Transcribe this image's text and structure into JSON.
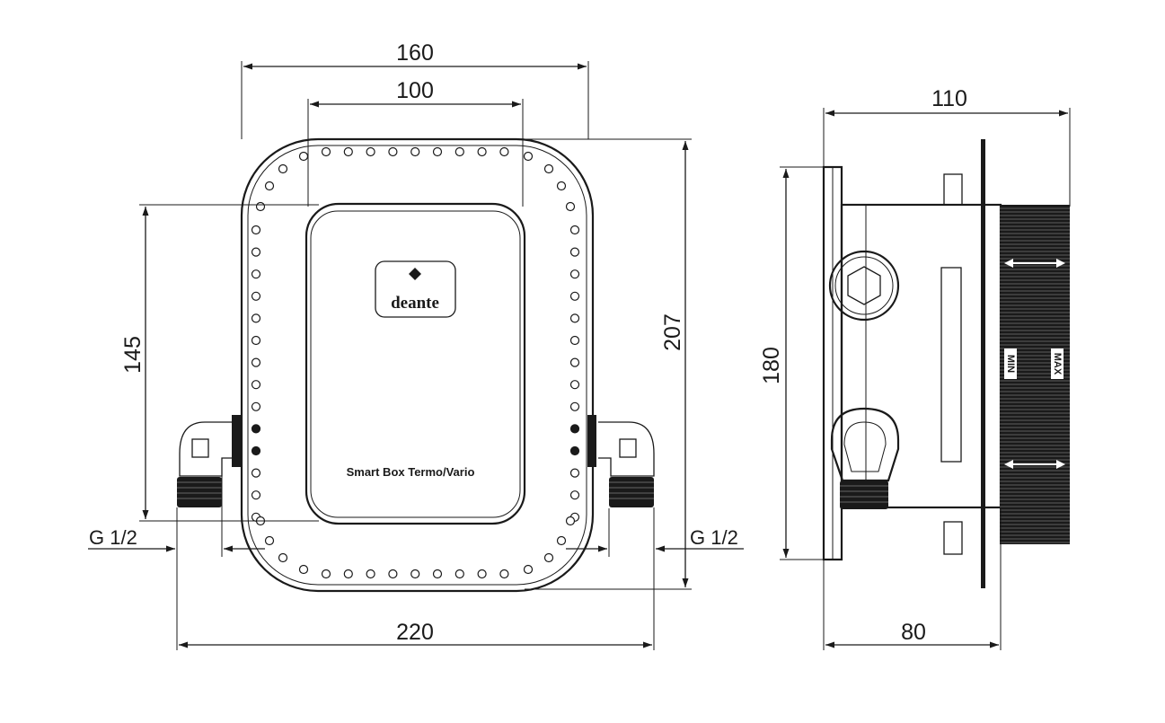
{
  "front_view": {
    "dim_width_outer": "160",
    "dim_width_inner": "100",
    "dim_height_left": "145",
    "dim_height_right": "207",
    "dim_overall_width": "220",
    "thread_left": "G 1/2",
    "thread_right": "G 1/2",
    "brand_logo": "deante",
    "product_label": "Smart Box Termo/Vario"
  },
  "side_view": {
    "dim_depth_total": "110",
    "dim_height": "180",
    "dim_depth_base": "80",
    "label_min": "MIN",
    "label_max": "MAX"
  }
}
